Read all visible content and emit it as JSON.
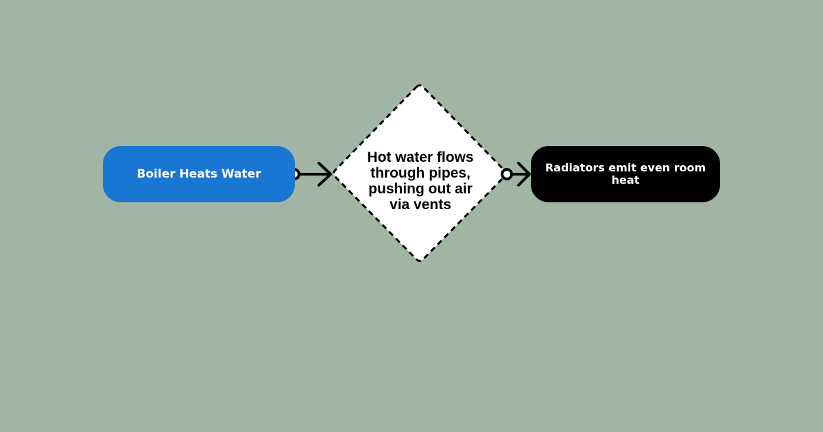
{
  "diagram": {
    "nodes": [
      {
        "id": "boiler",
        "label": "Boiler Heats Water",
        "shape": "rounded-rectangle",
        "fill": "#1976d2",
        "text_color": "#ffffff"
      },
      {
        "id": "flow",
        "label": "Hot water flows through pipes, pushing out air via vents",
        "shape": "diamond",
        "fill": "#ffffff",
        "border": "dashed",
        "text_color": "#000000"
      },
      {
        "id": "radiators",
        "label": "Radiators emit even room heat",
        "shape": "rounded-rectangle",
        "fill": "#000000",
        "text_color": "#ffffff"
      }
    ],
    "edges": [
      {
        "from": "boiler",
        "to": "flow",
        "start_marker": "circle",
        "end_marker": "open-arrow"
      },
      {
        "from": "flow",
        "to": "radiators",
        "start_marker": "circle",
        "end_marker": "open-arrow"
      }
    ],
    "background_color": "#a1b5a4"
  }
}
